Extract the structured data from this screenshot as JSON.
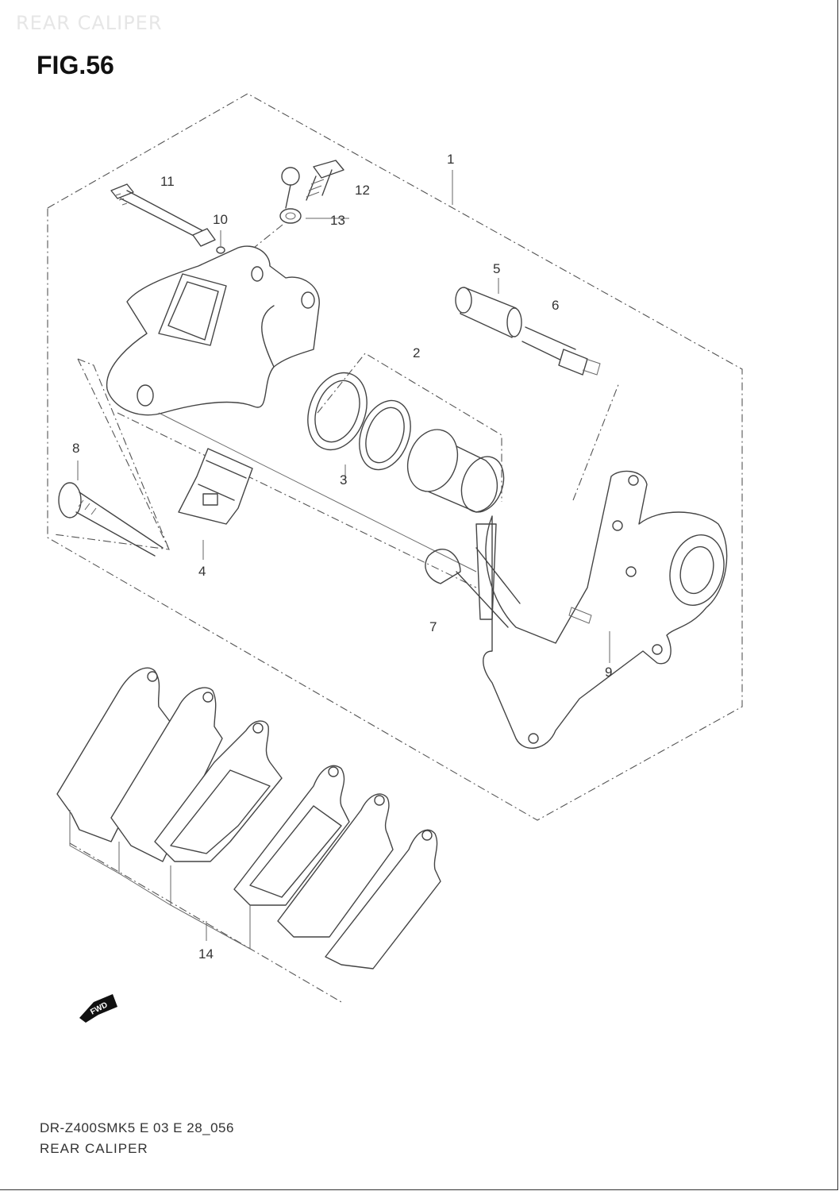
{
  "header": {
    "ghost_title": "REAR CALIPER",
    "figure_title": "FIG.56"
  },
  "callouts": [
    "1",
    "2",
    "3",
    "4",
    "5",
    "6",
    "7",
    "8",
    "9",
    "10",
    "11",
    "12",
    "13",
    "14"
  ],
  "fwd_marker": {
    "label": "FWD",
    "icon": "fwd-arrow-icon"
  },
  "footer": {
    "code": "DR-Z400SMK5 E 03 E 28_056",
    "caption": "REAR CALIPER"
  }
}
